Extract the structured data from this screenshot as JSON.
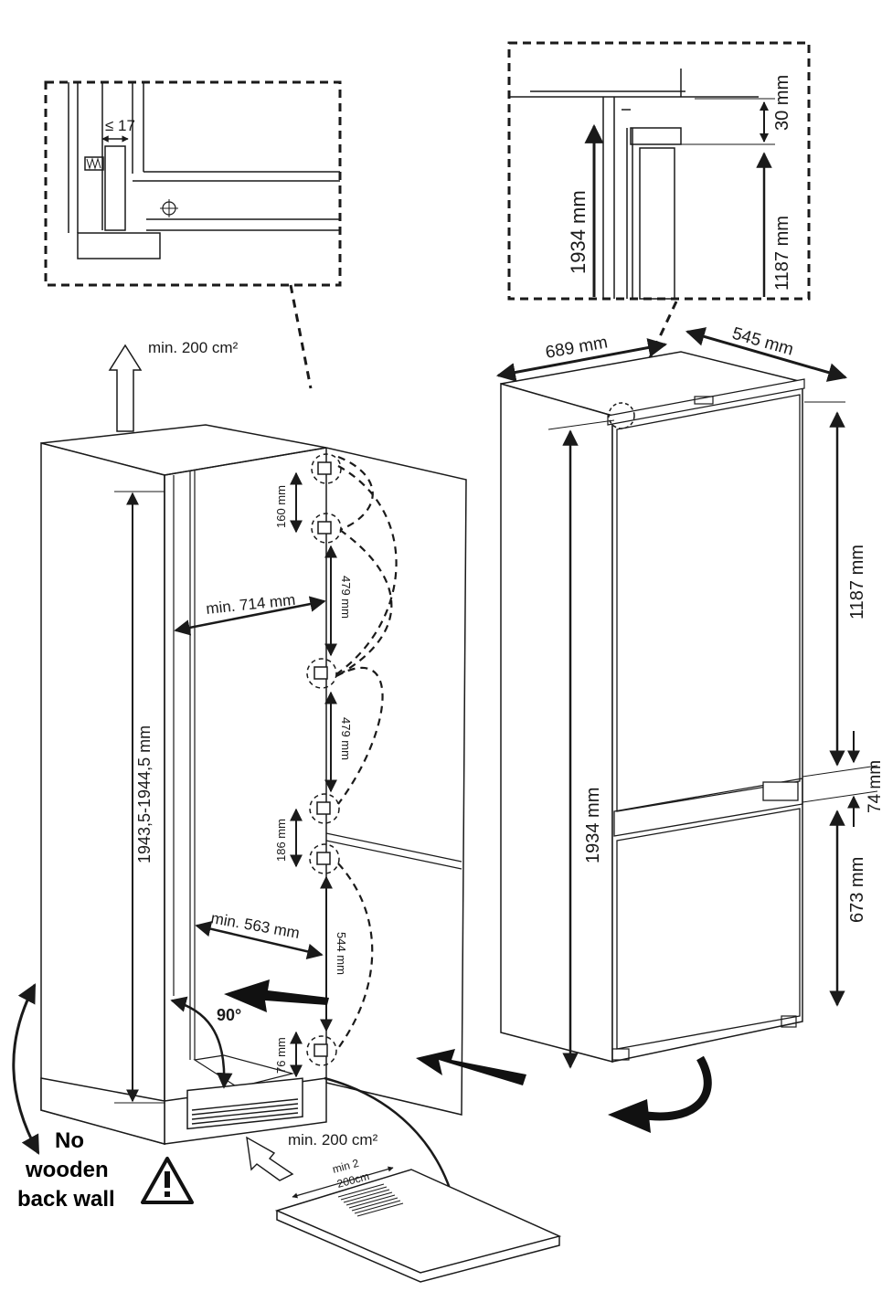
{
  "detail_left": {
    "gap_label": "≤ 17"
  },
  "detail_right": {
    "height_label": "1934 mm",
    "gap_label": "30 mm",
    "upper_label": "1187 mm"
  },
  "niche": {
    "vent_top_label": "min. 200 cm²",
    "vent_bottom_label": "min. 200 cm²",
    "height_label": "1943,5-1944,5 mm",
    "width_top_label": "min. 714 mm",
    "width_bottom_label": "min. 563 mm",
    "hinge_gap_1": "160 mm",
    "hinge_gap_2": "479 mm",
    "hinge_gap_3": "479 mm",
    "hinge_gap_4": "186 mm",
    "hinge_gap_5": "544 mm",
    "hinge_gap_6": "76 mm",
    "angle_label": "90°",
    "grille_label_line1": "min 2",
    "grille_label_line2": "200cm"
  },
  "appliance": {
    "width_label": "689 mm",
    "depth_label": "545 mm",
    "height_label": "1934 mm",
    "upper_door_label": "1187 mm",
    "gap_label": "74 mm",
    "lower_door_label": "673 mm"
  },
  "warning": {
    "line1": "No",
    "line2": "wooden",
    "line3": "back wall"
  },
  "colors": {
    "line": "#1a1a1a",
    "panel_fill": "#ffffff"
  }
}
